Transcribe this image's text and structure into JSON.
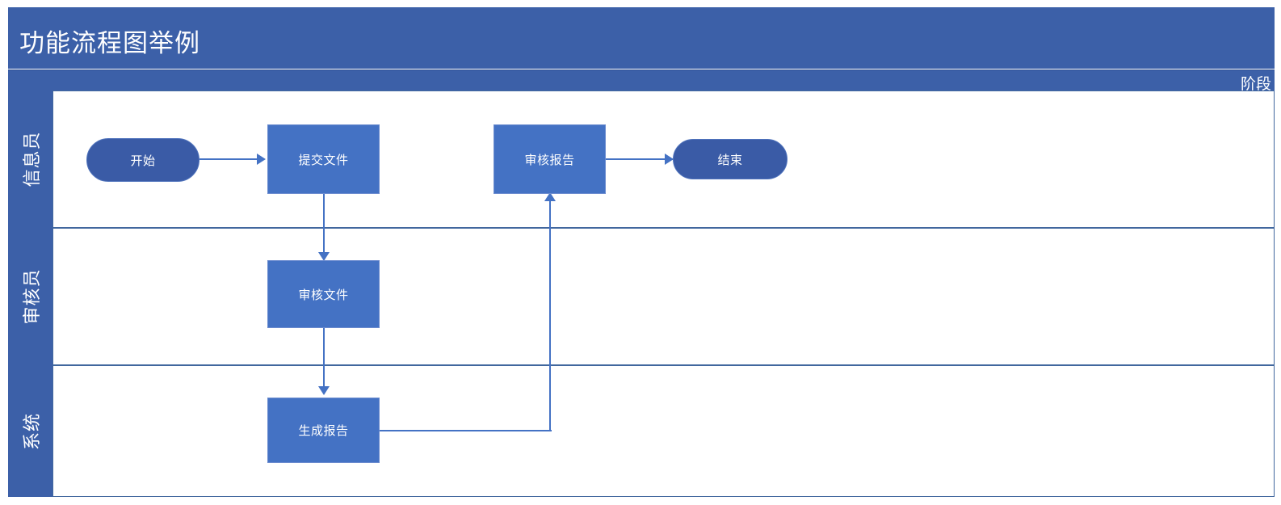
{
  "diagram": {
    "title": "功能流程图举例",
    "stage_label": "阶段",
    "colors": {
      "header_blue": "#3C60A8",
      "process_fill": "#4472C4",
      "terminator_fill": "#3A5BA6",
      "connector": "#4472C4",
      "lane_border": "#41679E",
      "text_on_blue": "#FFFFFF"
    },
    "lanes": [
      {
        "id": "lane-1",
        "label": "信息员"
      },
      {
        "id": "lane-2",
        "label": "审核员"
      },
      {
        "id": "lane-3",
        "label": "系统"
      }
    ],
    "nodes": [
      {
        "id": "start",
        "label": "开始",
        "type": "terminator",
        "lane": "信息员"
      },
      {
        "id": "submit-document",
        "label": "提交文件",
        "type": "process",
        "lane": "信息员"
      },
      {
        "id": "review-report",
        "label": "审核报告",
        "type": "process",
        "lane": "信息员"
      },
      {
        "id": "end",
        "label": "结束",
        "type": "terminator",
        "lane": "信息员"
      },
      {
        "id": "review-document",
        "label": "审核文件",
        "type": "process",
        "lane": "审核员"
      },
      {
        "id": "generate-report",
        "label": "生成报告",
        "type": "process",
        "lane": "系统"
      }
    ],
    "edges": [
      {
        "from": "开始",
        "to": "提交文件"
      },
      {
        "from": "提交文件",
        "to": "审核文件"
      },
      {
        "from": "审核文件",
        "to": "生成报告"
      },
      {
        "from": "生成报告",
        "to": "审核报告"
      },
      {
        "from": "审核报告",
        "to": "结束"
      }
    ]
  }
}
